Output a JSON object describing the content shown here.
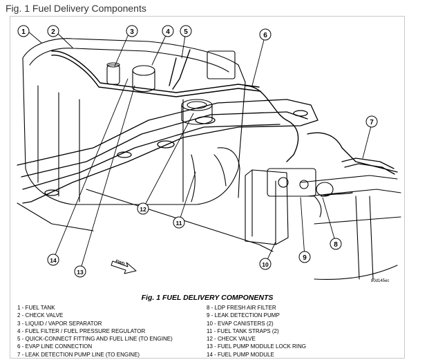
{
  "page": {
    "caption": "Fig. 1 Fuel Delivery Components"
  },
  "figure": {
    "title": "Fig. 1 FUEL DELIVERY COMPONENTS",
    "code": "80d145ec",
    "fwd_label": "FWD",
    "callouts": [
      "1",
      "2",
      "3",
      "4",
      "5",
      "6",
      "7",
      "8",
      "9",
      "10",
      "11",
      "12",
      "13",
      "14"
    ]
  },
  "legend": {
    "left": [
      "1 - FUEL TANK",
      "2 - CHECK VALVE",
      "3 - LIQUID / VAPOR SEPARATOR",
      "4 - FUEL FILTER / FUEL PRESSURE REGULATOR",
      "5 - QUICK-CONNECT FITTING AND FUEL LINE (TO ENGINE)",
      "6 - EVAP LINE CONNECTION",
      "7 - LEAK DETECTION PUMP LINE (TO ENGINE)"
    ],
    "right": [
      "8 - LDP FRESH AIR FILTER",
      "9 - LEAK DETECTION PUMP",
      "10 - EVAP CANISTERS (2)",
      "11 - FUEL TANK STRAPS (2)",
      "12 - CHECK VALVE",
      "13 - FUEL PUMP MODULE LOCK RING",
      "14 - FUEL PUMP MODULE"
    ]
  }
}
